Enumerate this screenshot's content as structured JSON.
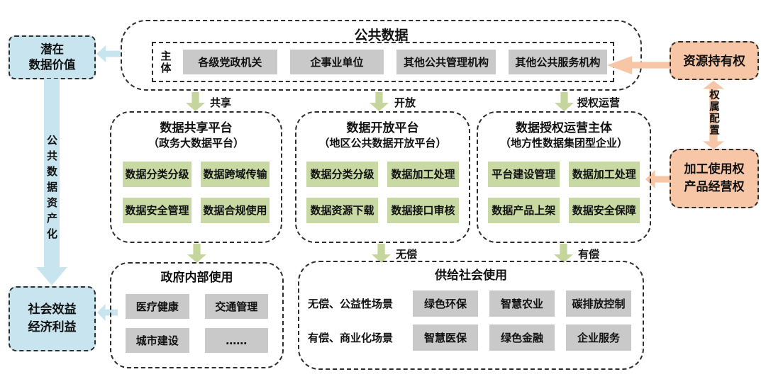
{
  "colors": {
    "accent_blue": "#c8e4ee",
    "accent_orange": "#f7c6a6",
    "accent_green": "#c8d9a4",
    "chip_gray": "#c9c9c9"
  },
  "top_box": {
    "title": "公共数据",
    "subject_label": "主体",
    "entities": [
      "各级党政机关",
      "企事业单位",
      "其他公共管理机构",
      "其他公共服务机构"
    ]
  },
  "left_column": {
    "potential_value": {
      "line1": "潜在",
      "line2": "数据价值"
    },
    "assetization_label": "公共数据资产化",
    "benefit": {
      "line1": "社会效益",
      "line2": "经济利益"
    }
  },
  "right_column": {
    "resource_right": "资源持有权",
    "allocation_label": "权属配置",
    "usage_right": {
      "line1": "加工使用权",
      "line2": "产品经营权"
    }
  },
  "flow_labels": {
    "share": "共享",
    "open": "开放",
    "authorized_operation": "授权运营",
    "free": "无偿",
    "paid": "有偿"
  },
  "platforms": [
    {
      "title": "数据共享平台",
      "subtitle": "（政务大数据平台）",
      "items": [
        "数据分类分级",
        "数据跨域传输",
        "数据安全管理",
        "数据合规使用"
      ]
    },
    {
      "title": "数据开放平台",
      "subtitle": "（地区公共数据开放平台）",
      "items": [
        "数据分类分级",
        "数据加工处理",
        "数据资源下载",
        "数据接口审核"
      ]
    },
    {
      "title": "数据授权运营主体",
      "subtitle": "（地方性数据集团型企业）",
      "items": [
        "平台建设管理",
        "数据加工处理",
        "数据产品上架",
        "数据安全保障"
      ]
    }
  ],
  "government_use": {
    "title": "政府内部使用",
    "items": [
      "医疗健康",
      "交通管理",
      "城市建设",
      "……"
    ]
  },
  "social_supply": {
    "title": "供给社会使用",
    "rows": [
      {
        "label": "无偿、公益性场景",
        "items": [
          "绿色环保",
          "智慧农业",
          "碳排放控制"
        ]
      },
      {
        "label": "有偿、商业化场景",
        "items": [
          "智慧医保",
          "绿色金融",
          "企业服务"
        ]
      }
    ]
  }
}
